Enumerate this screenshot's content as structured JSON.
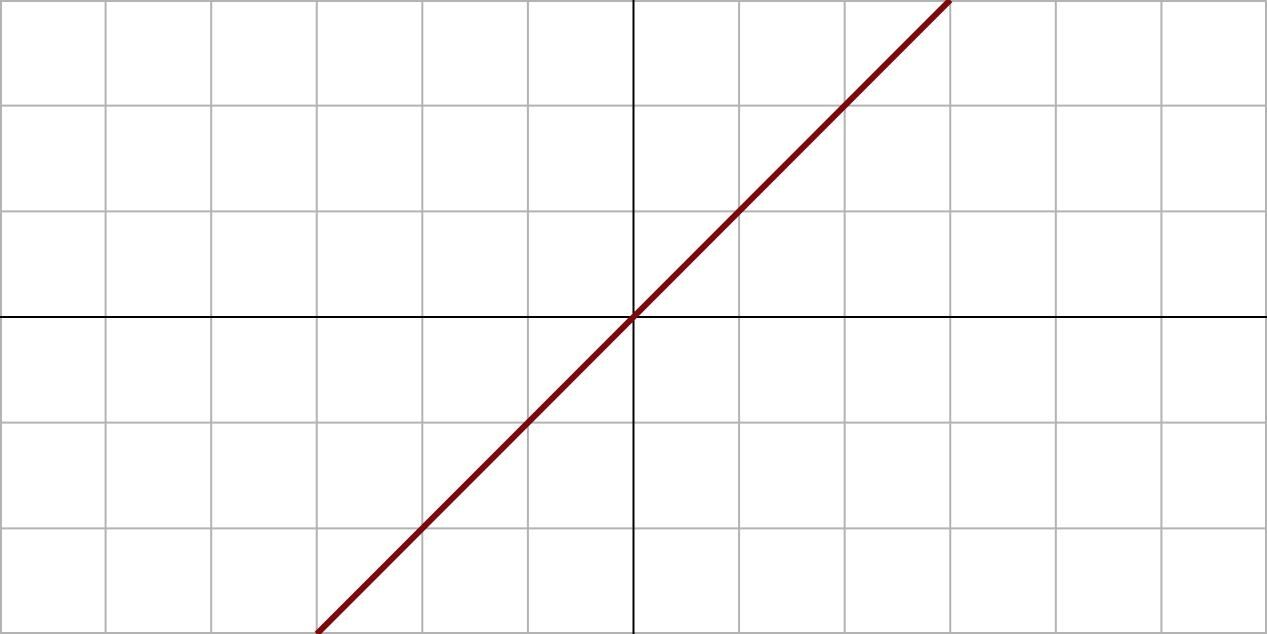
{
  "chart_data": {
    "type": "line",
    "title": "",
    "xlabel": "",
    "ylabel": "",
    "xlim": [
      -6,
      6
    ],
    "ylim": [
      -3,
      3
    ],
    "grid": true,
    "grid_step": 1,
    "axes_visible": true,
    "series": [
      {
        "x": [
          -3,
          3
        ],
        "y": [
          -3,
          3
        ]
      }
    ],
    "colors": {
      "background": "#ffffff",
      "grid": "#b3b3b3",
      "axis": "#000000",
      "line": "#7a0a0a"
    }
  }
}
